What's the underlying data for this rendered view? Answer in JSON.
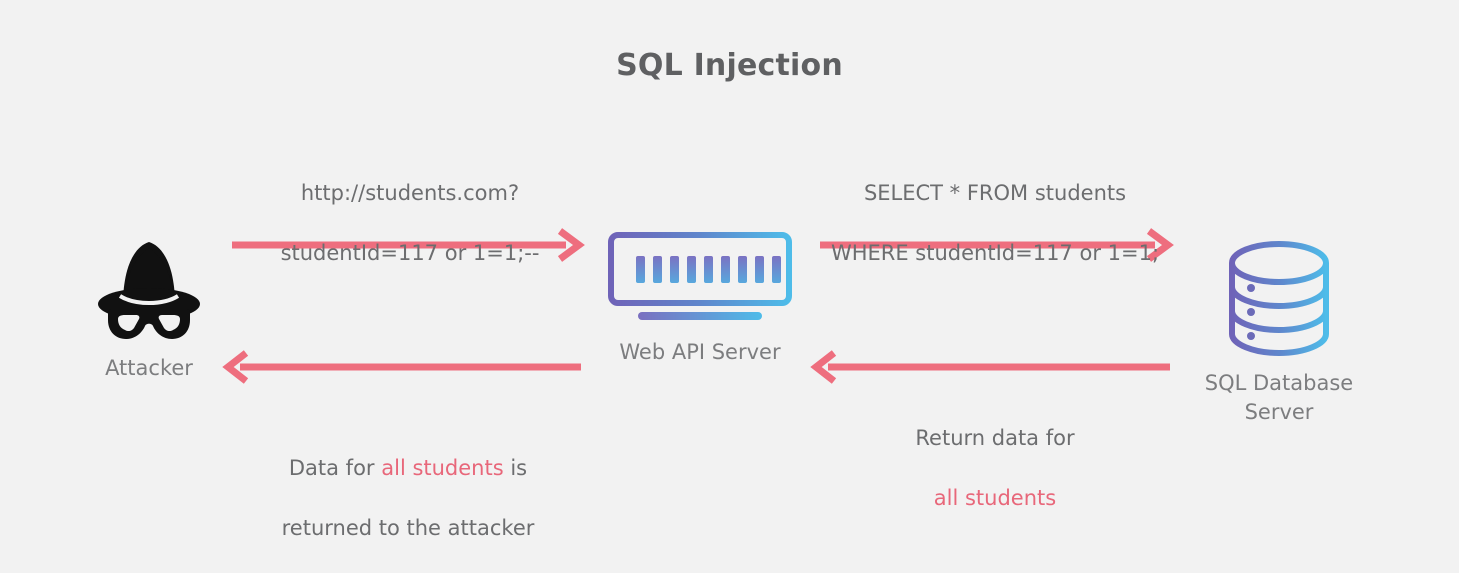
{
  "diagram": {
    "title": "SQL Injection",
    "background_color": "#f2f2f2",
    "title_color": "#5f6062",
    "text_color": "#6c6d6f",
    "accent_red": "#e8677a",
    "arrow_color": "#ee6e7e",
    "icon_gradient_start": "#6c63b5",
    "icon_gradient_end": "#4bb8e8"
  },
  "nodes": {
    "attacker": {
      "label": "Attacker",
      "icon": "incognito-hat-mask-icon"
    },
    "server": {
      "label": "Web API Server",
      "icon": "monitor-server-icon"
    },
    "database": {
      "label": "SQL Database\nServer",
      "icon": "database-cylinder-icon"
    }
  },
  "edges": {
    "request": {
      "line1": "http://students.com?",
      "line2": "studentId=117 or 1=1;--",
      "direction": "right"
    },
    "query": {
      "line1": "SELECT * FROM students",
      "line2": "WHERE studentId=117 or 1=1;",
      "direction": "right"
    },
    "db_response": {
      "line1": "Return data for",
      "highlight": "all students",
      "direction": "left"
    },
    "attacker_response": {
      "prefix": "Data for ",
      "highlight": "all students",
      "suffix": " is",
      "line2": "returned to the attacker",
      "direction": "left"
    }
  }
}
